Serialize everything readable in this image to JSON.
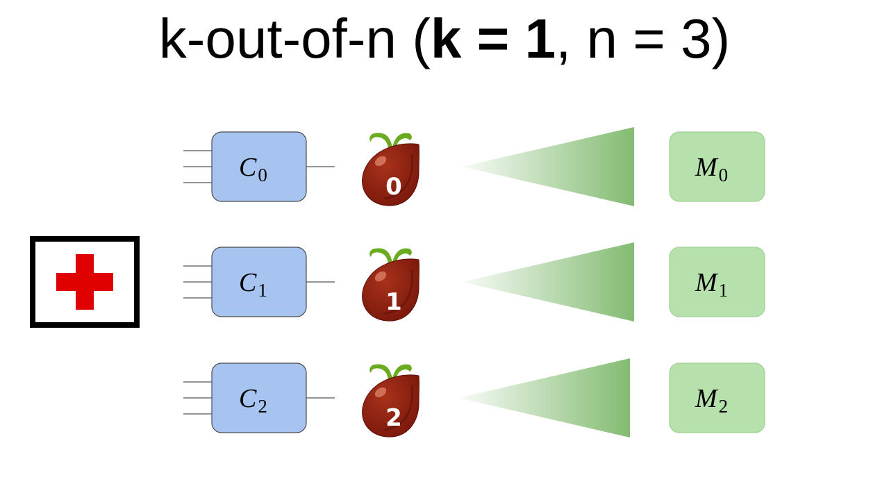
{
  "title": {
    "prefix": "k-out-of-n (",
    "bold_part": "k = 1",
    "suffix": ", n = 3)"
  },
  "colors": {
    "circuit_box_fill": "#a7c4f0",
    "circuit_box_stroke": "#4a4a4a",
    "module_box_fill": "#b6e0ac",
    "module_box_stroke": "#9fd191",
    "beam_color": "#7cb86a",
    "seed_body": "#8a1e0e",
    "sprout": "#6aab1f",
    "cross": "#e00000",
    "frame": "#000000"
  },
  "rows": [
    {
      "circuit": {
        "letter": "C",
        "sub": "0"
      },
      "seed": {
        "icon": "seed-sprout-icon",
        "number": "0"
      },
      "module": {
        "letter": "M",
        "sub": "0"
      }
    },
    {
      "circuit": {
        "letter": "C",
        "sub": "1"
      },
      "seed": {
        "icon": "seed-sprout-icon",
        "number": "1"
      },
      "module": {
        "letter": "M",
        "sub": "1"
      }
    },
    {
      "circuit": {
        "letter": "C",
        "sub": "2"
      },
      "seed": {
        "icon": "seed-sprout-icon",
        "number": "2"
      },
      "module": {
        "letter": "M",
        "sub": "2"
      }
    }
  ],
  "medical_icon": "red-cross-icon"
}
